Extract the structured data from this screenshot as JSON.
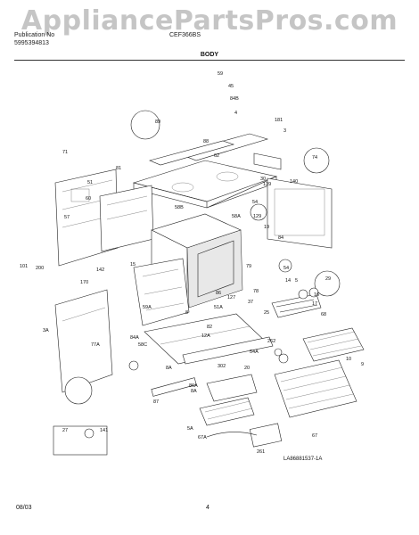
{
  "watermark": "AppliancePartsPros.com",
  "header": {
    "left_line1": "Publication No",
    "left_line2": "5995394813",
    "model": "CEF366BS",
    "section": "BODY"
  },
  "footer": {
    "date": "08/03",
    "page": "4",
    "figure_code": "LA86881537-1A"
  },
  "part_labels": [
    "59",
    "45",
    "84B",
    "89",
    "4",
    "181",
    "3",
    "74",
    "71",
    "81",
    "88",
    "62",
    "139",
    "30",
    "140",
    "51",
    "54",
    "129",
    "58B",
    "58A",
    "60",
    "19",
    "84",
    "57",
    "101",
    "200",
    "142",
    "15",
    "79",
    "170",
    "29",
    "5",
    "86",
    "8",
    "127",
    "51A",
    "58C",
    "59A",
    "54",
    "14",
    "78",
    "37",
    "25",
    "16",
    "17",
    "68",
    "3A",
    "84A",
    "12A",
    "82",
    "262",
    "77A",
    "8A",
    "302",
    "54A",
    "10",
    "9",
    "20",
    "8A",
    "86A",
    "87",
    "5A",
    "67A",
    "27",
    "141",
    "261",
    "67"
  ]
}
